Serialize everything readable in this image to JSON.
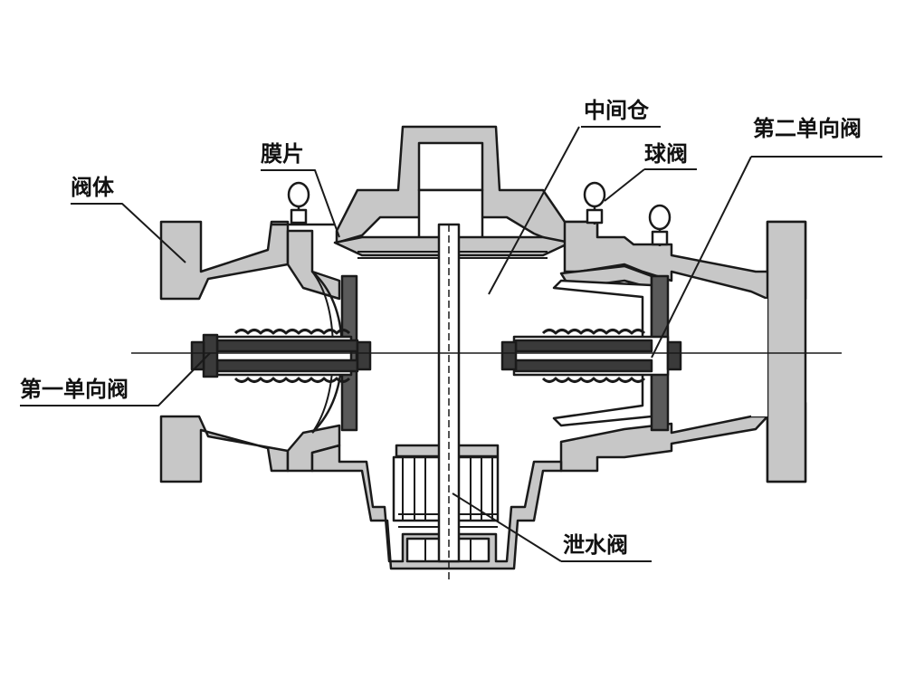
{
  "labels": {
    "valve_body": "阀体",
    "diaphragm": "膜片",
    "middle_chamber": "中间仓",
    "ball_valve": "球阀",
    "second_check_valve": "第二单向阀",
    "first_check_valve": "第一单向阀",
    "drain_valve": "泄水阀"
  },
  "colors": {
    "metal": "#c7c7c7",
    "outline": "#1a1a1a",
    "dark_part": "#3a3a3a",
    "disc": "#5a5a5a",
    "background": "#ffffff"
  }
}
